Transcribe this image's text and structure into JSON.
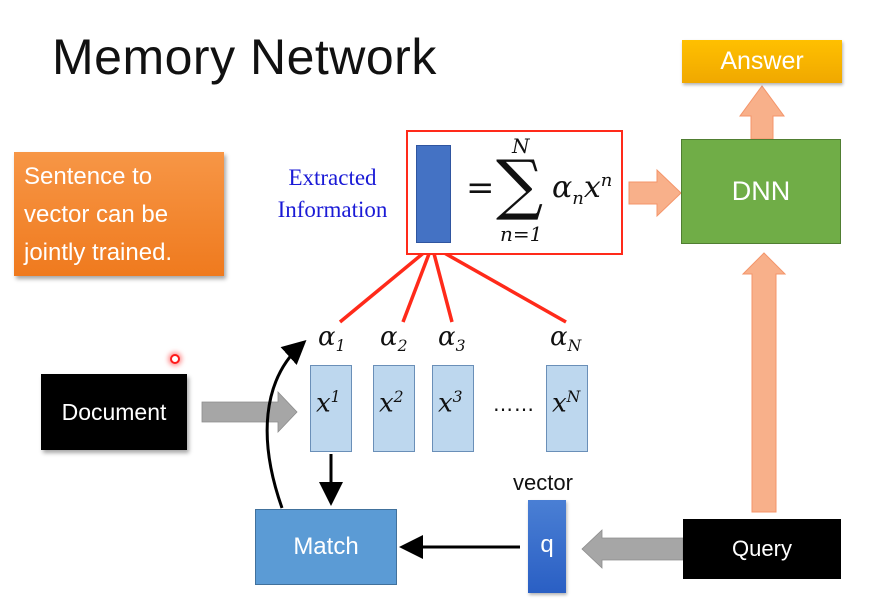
{
  "slide": {
    "title": "Memory Network",
    "note": [
      "Sentence to",
      "vector can be",
      "jointly trained."
    ],
    "extracted_information": [
      "Extracted",
      "Information"
    ],
    "formula": {
      "equals": "=",
      "sigma": "∑",
      "upper_limit": "N",
      "lower_limit": "n=1",
      "term_alpha": "α",
      "term_alpha_sub": "n",
      "term_x": "x",
      "term_x_sup": "n"
    },
    "boxes": {
      "answer": "Answer",
      "dnn": "DNN",
      "document": "Document",
      "query": "Query",
      "match": "Match",
      "q": "q",
      "vector_label": "vector"
    },
    "memory": [
      {
        "alpha": "α",
        "alpha_sub": "1",
        "x": "x",
        "x_sup": "1"
      },
      {
        "alpha": "α",
        "alpha_sub": "2",
        "x": "x",
        "x_sup": "2"
      },
      {
        "alpha": "α",
        "alpha_sub": "3",
        "x": "x",
        "x_sup": "3"
      },
      {
        "alpha": "α",
        "alpha_sub": "N",
        "x": "x",
        "x_sup": "N"
      }
    ],
    "ellipsis": "……",
    "colors": {
      "note_orange": "#f79646",
      "answer_gold": "#ffc000",
      "dnn_green": "#70ad47",
      "match_blue": "#5b9bd5",
      "memory_light_blue": "#bdd7ee",
      "vector_blue": "#4472c4",
      "attention_red": "#ff2a1a",
      "flow_arrow_salmon": "#f8b08a",
      "input_arrow_gray": "#a6a6a6",
      "extracted_text_blue": "#1a1ad6"
    }
  }
}
